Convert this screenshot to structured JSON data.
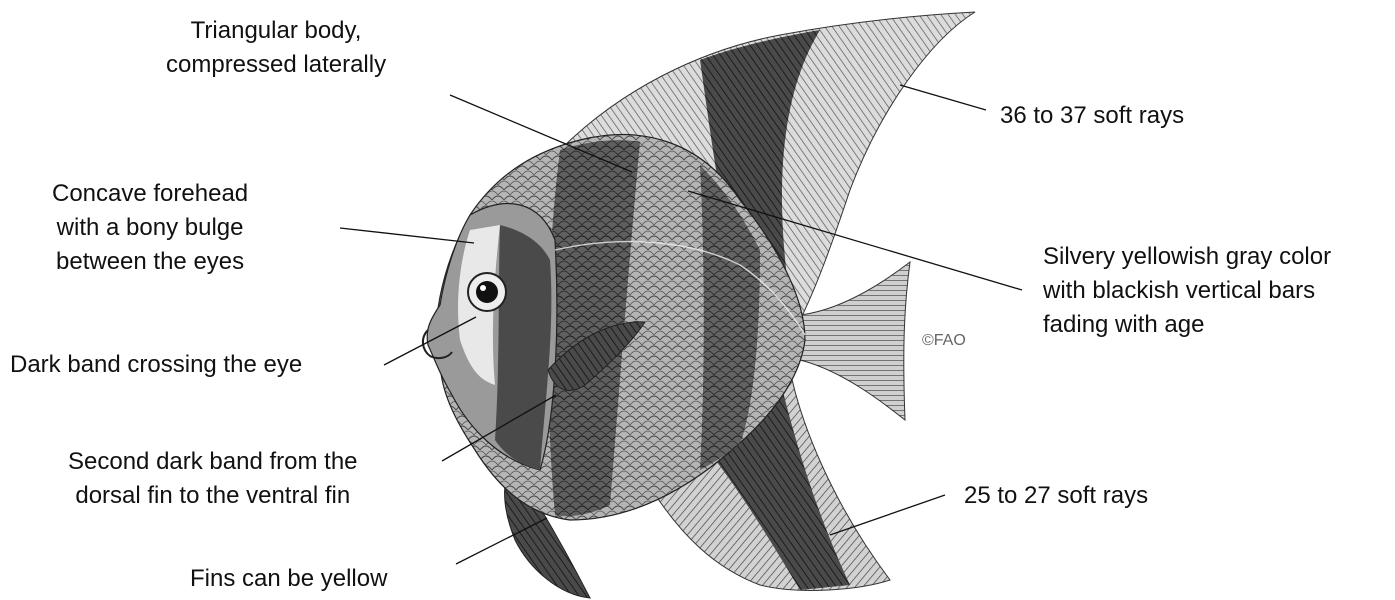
{
  "labels": {
    "triangular_body": [
      "Triangular body,",
      "compressed laterally"
    ],
    "forehead": [
      "Concave forehead",
      "with a bony bulge",
      "between the eyes"
    ],
    "eye_band": [
      "Dark band crossing the eye"
    ],
    "second_band": [
      "Second dark band from the",
      "dorsal fin to the ventral fin"
    ],
    "fins_yellow": [
      "Fins can be yellow"
    ],
    "dorsal_rays": [
      "36 to 37 soft rays"
    ],
    "color": [
      "Silvery yellowish gray color",
      "with blackish vertical bars",
      "fading with age"
    ],
    "anal_rays": [
      "25 to 27 soft rays"
    ]
  },
  "credit": "©FAO",
  "colors": {
    "ink": "#111111",
    "fish_dark": "#3a3a3a",
    "fish_mid": "#8a8a8a",
    "fish_light": "#c9c9c9"
  }
}
